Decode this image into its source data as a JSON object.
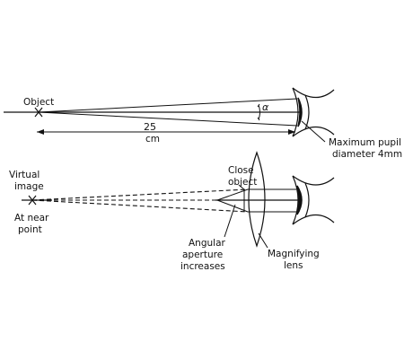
{
  "top": {
    "object_label": "Object",
    "angle_label": "α",
    "distance_value": "25",
    "distance_unit": "cm",
    "pupil_label_line1": "Maximum pupil",
    "pupil_label_line2": "diameter 4mm"
  },
  "bottom": {
    "virtual_line1": "Virtual",
    "virtual_line2": "image",
    "near_line1": "At near",
    "near_line2": "point",
    "close_line1": "Close",
    "close_line2": "object",
    "aperture_line1": "Angular",
    "aperture_line2": "aperture",
    "aperture_line3": "increases",
    "lens_line1": "Magnifying",
    "lens_line2": "lens"
  }
}
